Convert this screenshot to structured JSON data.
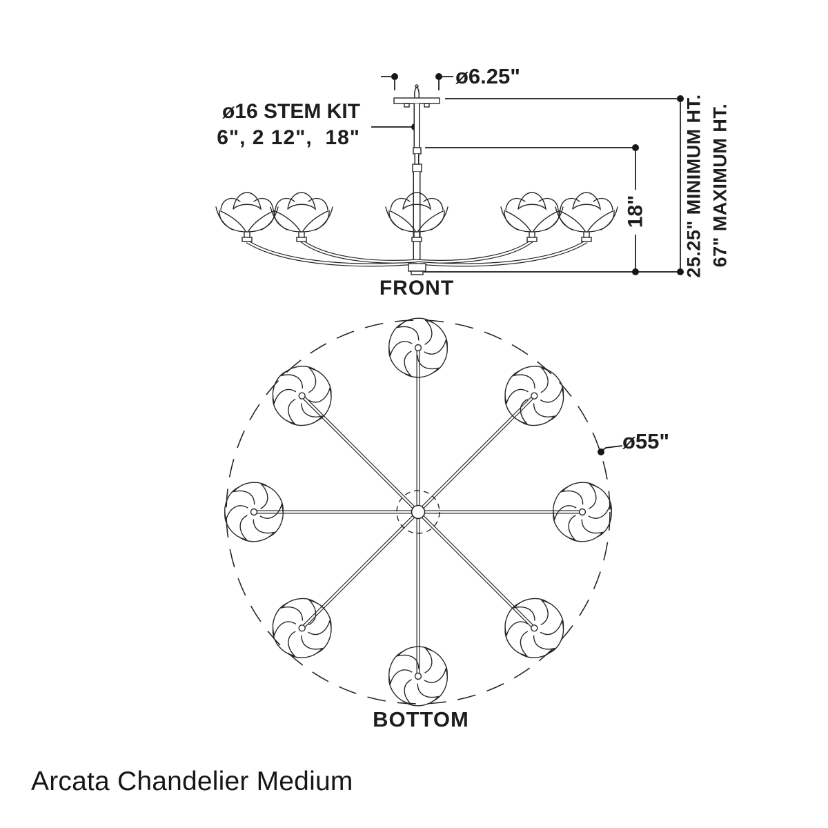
{
  "page": {
    "background": "#ffffff",
    "ink": "#262626",
    "text_color": "#1d1d1d"
  },
  "front_view": {
    "label": "FRONT",
    "canopy_diameter": "ø6.25\"",
    "stem_kit_label": "ø16 STEM KIT",
    "stem_kit_sizes": "6\", 2 12\",  18\"",
    "body_height": "18\"",
    "minimum_height": "25.25\" MINIMUM HT.",
    "maximum_height": "67\" MAXIMUM HT.",
    "visible_shade_count": 5
  },
  "bottom_view": {
    "label": "BOTTOM",
    "fixture_diameter": "ø55\"",
    "arm_count": 8,
    "shade_count": 8
  },
  "caption": "Arcata Chandelier Medium"
}
